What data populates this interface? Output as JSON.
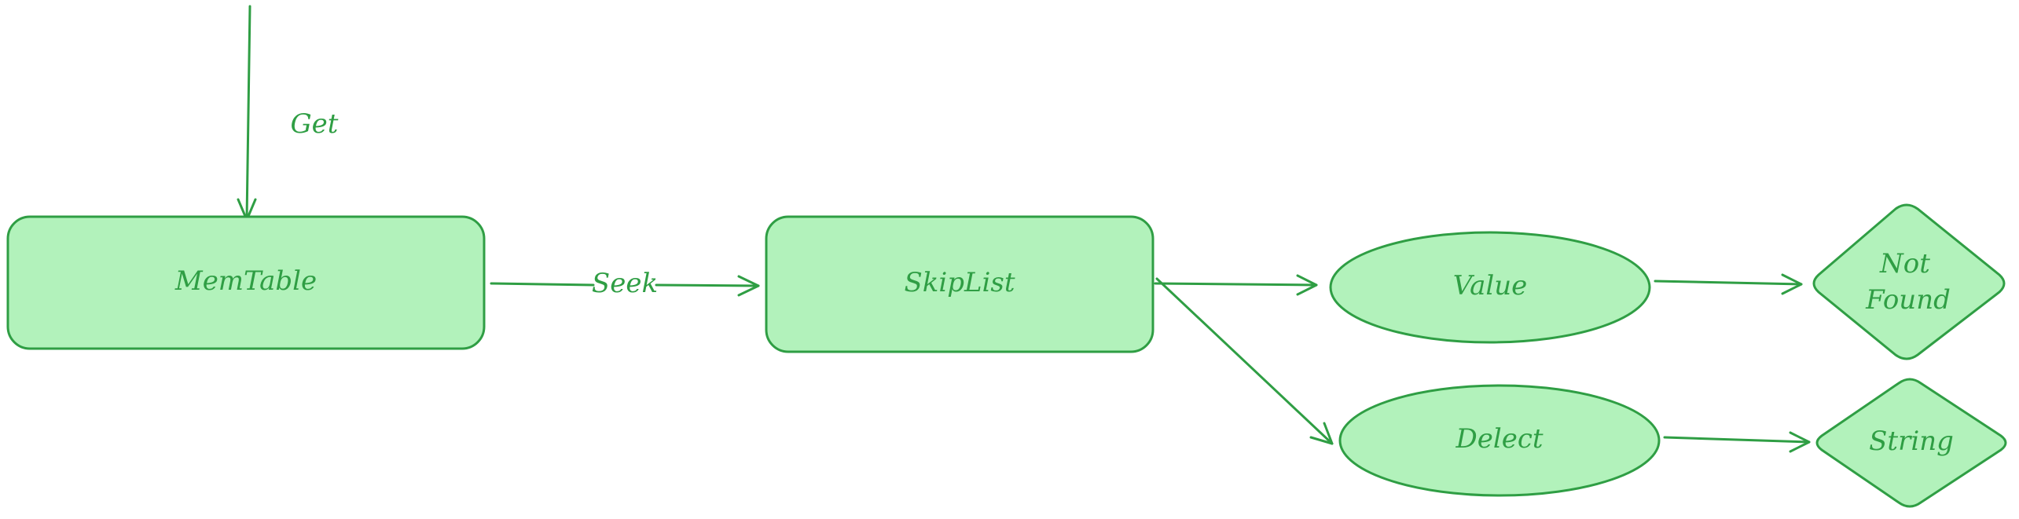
{
  "colors": {
    "node_fill": "#b2f2bb",
    "stroke": "#2f9e44",
    "text": "#2f9e44",
    "background": "#ffffff"
  },
  "nodes": {
    "memtable": {
      "label": "MemTable",
      "shape": "rounded-rectangle"
    },
    "skiplist": {
      "label": "SkipList",
      "shape": "rounded-rectangle"
    },
    "value": {
      "label": "Value",
      "shape": "ellipse"
    },
    "delect": {
      "label": "Delect",
      "shape": "ellipse"
    },
    "not_found": {
      "label_line1": "Not",
      "label_line2": "Found",
      "shape": "diamond"
    },
    "string": {
      "label": "String",
      "shape": "diamond"
    }
  },
  "edges": {
    "get": {
      "label": "Get",
      "from": "",
      "to": "MemTable"
    },
    "seek": {
      "label": "Seek",
      "from": "MemTable",
      "to": "SkipList"
    },
    "skiplist_value": {
      "from": "SkipList",
      "to": "Value"
    },
    "skiplist_delect": {
      "from": "SkipList",
      "to": "Delect"
    },
    "value_notfound": {
      "from": "Value",
      "to": "Not Found"
    },
    "delect_string": {
      "from": "Delect",
      "to": "String"
    }
  }
}
